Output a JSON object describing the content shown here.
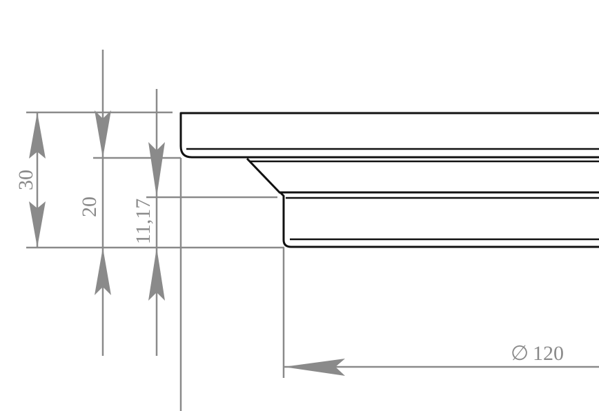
{
  "drawing": {
    "dimensions": {
      "overall_height": "30",
      "upper_step_height": "20",
      "lower_step_height": "11,17",
      "diameter": "120"
    },
    "symbols": {
      "diameter_symbol": "∅"
    },
    "colors": {
      "outline": "#111111",
      "dimension": "#8a8a8a",
      "background": "#ffffff"
    }
  }
}
